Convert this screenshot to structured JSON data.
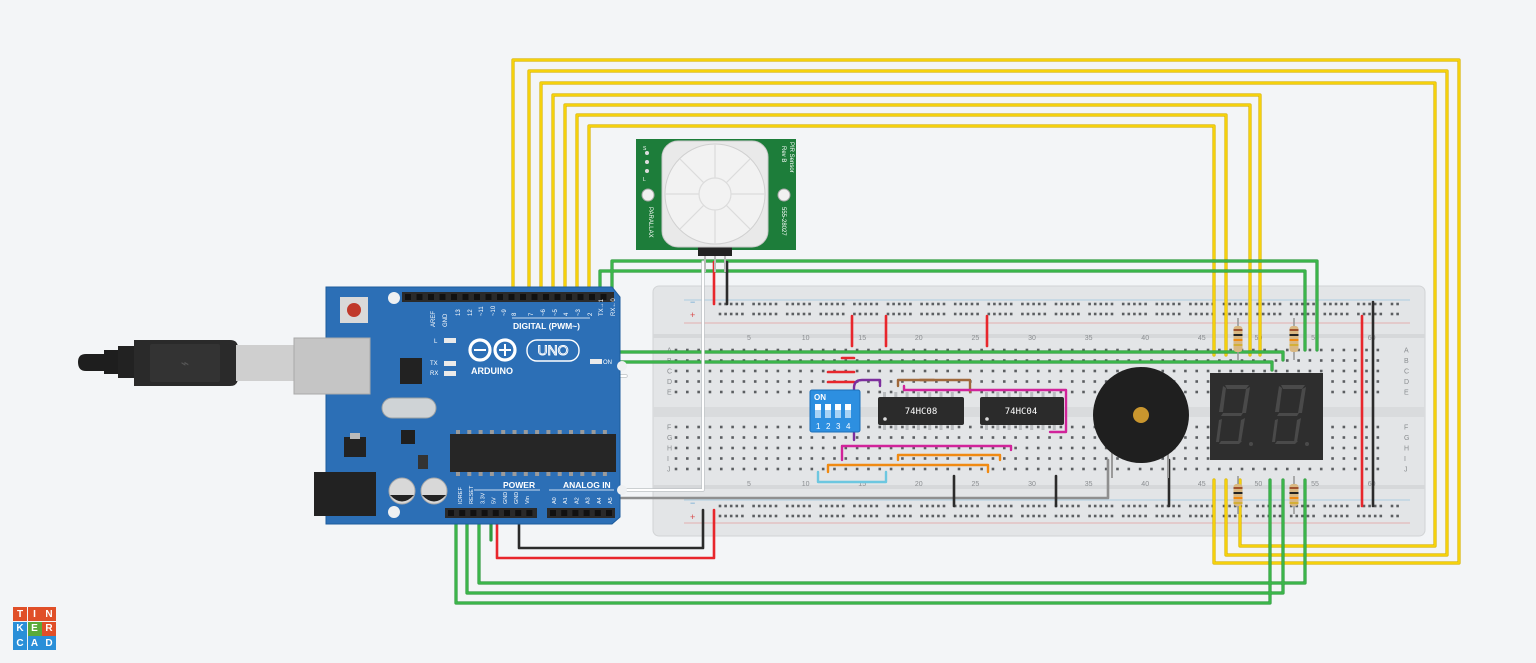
{
  "logo": {
    "letters": [
      "T",
      "I",
      "N",
      "K",
      "E",
      "R",
      "C",
      "A",
      "D"
    ],
    "colors": [
      "#e04f28",
      "#e04f28",
      "#e04f28",
      "#2a8fd8",
      "#5aaa3a",
      "#e04f28",
      "#2a8fd8",
      "#2a8fd8",
      "#2a8fd8"
    ]
  },
  "arduino": {
    "brand": "ARDUINO",
    "model": "UNO",
    "digital_label": "DIGITAL (PWM~)",
    "power_label": "POWER",
    "analog_label": "ANALOG IN",
    "aref": "AREF",
    "gnd": "GND",
    "pin_l": "L",
    "pin_tx": "TX",
    "pin_rx": "RX",
    "on_label": "ON",
    "digital_pins": [
      "13",
      "12",
      "~11",
      "~10",
      "~9",
      "8",
      "7",
      "~6",
      "~5",
      "4",
      "~3",
      "2",
      "TX→1",
      "RX←0"
    ],
    "power_pins": [
      "IOREF",
      "RESET",
      "3.3V",
      "5V",
      "GND",
      "GND",
      "Vin"
    ],
    "analog_pins": [
      "A0",
      "A1",
      "A2",
      "A3",
      "A4",
      "A5"
    ]
  },
  "pir": {
    "title": "PIR Sensor",
    "rev": "Rev B",
    "brand": "PARALLAX",
    "part": "555-28027",
    "pin_s": "S",
    "pin_l": "L"
  },
  "breadboard": {
    "col_numbers": [
      "5",
      "10",
      "15",
      "20",
      "25",
      "30",
      "35",
      "40",
      "45",
      "50",
      "55",
      "60"
    ],
    "rows_top": [
      "A",
      "B",
      "C",
      "D",
      "E"
    ],
    "rows_bottom": [
      "F",
      "G",
      "H",
      "I",
      "J"
    ],
    "minus": "−",
    "plus": "+"
  },
  "dip_switch": {
    "on_label": "ON",
    "numbers": [
      "1",
      "2",
      "3",
      "4"
    ]
  },
  "chips": [
    "74HC08",
    "74HC04"
  ],
  "colors": {
    "board": "#2c6fb6",
    "pir_board": "#1d7d3a",
    "wire_yellow": "#f5d10c",
    "wire_green": "#3bb54a",
    "wire_red": "#e8262c",
    "wire_black": "#2b2b2b",
    "wire_white": "#ffffff",
    "wire_purple": "#7d2e9e",
    "wire_magenta": "#d1239a",
    "wire_orange": "#f08a12",
    "wire_brown": "#a0683a",
    "wire_lightblue": "#6dc7e0",
    "wire_gray": "#9a9a9a",
    "breadboard": "#e3e5e7",
    "display": "#2b2b2b"
  }
}
